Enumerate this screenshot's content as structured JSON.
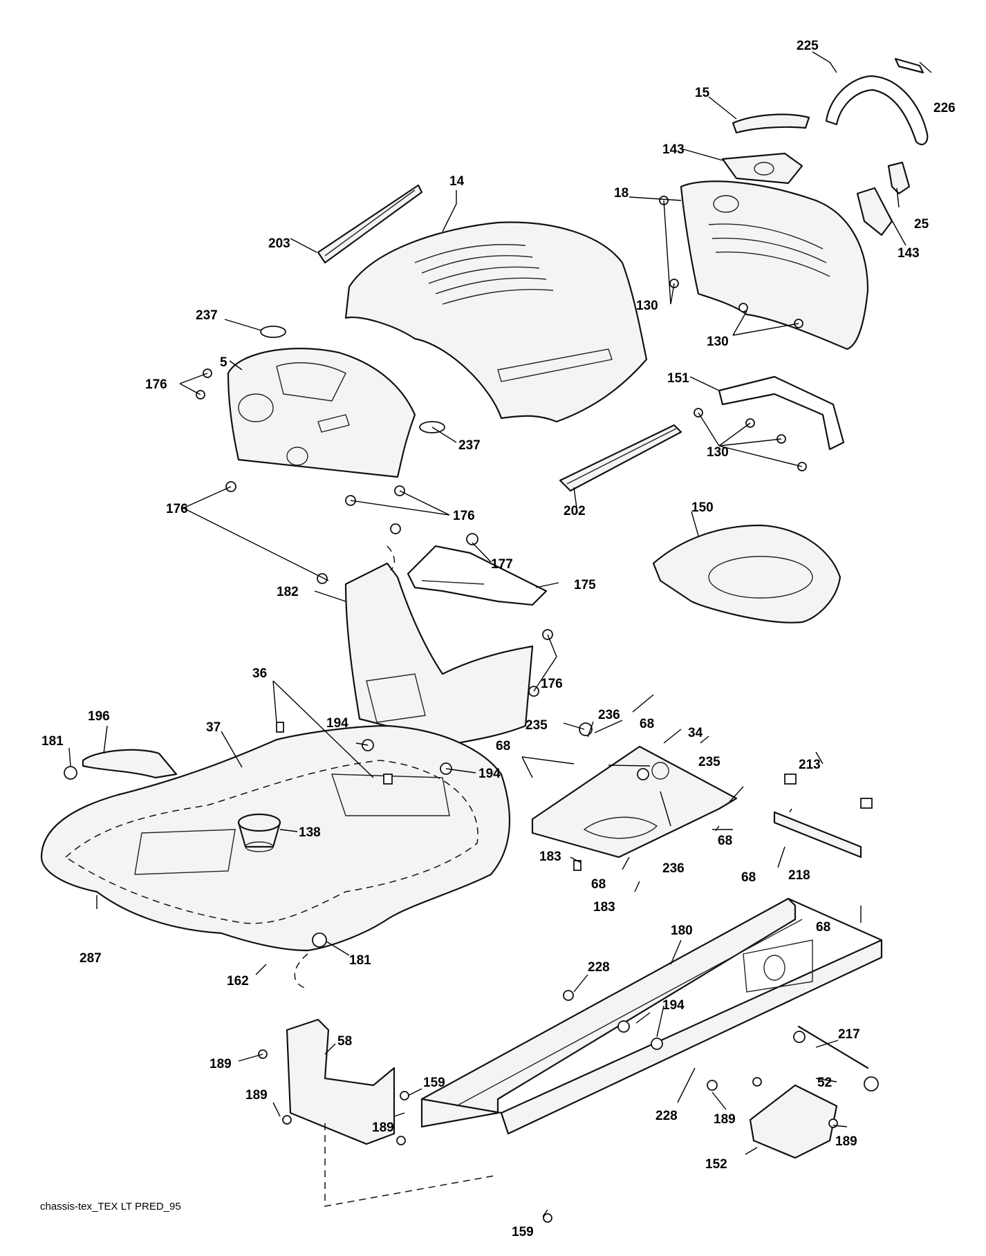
{
  "caption": "chassis-tex_TEX LT PRED_95",
  "callouts": {
    "c225": "225",
    "c226": "226",
    "c15": "15",
    "c143a": "143",
    "c143b": "143",
    "c18": "18",
    "c25": "25",
    "c14": "14",
    "c203": "203",
    "c130a": "130",
    "c130b": "130",
    "c130c": "130",
    "c237a": "237",
    "c237b": "237",
    "c5": "5",
    "c176a": "176",
    "c176b": "176",
    "c176c": "176",
    "c176d": "176",
    "c151": "151",
    "c202": "202",
    "c150": "150",
    "c177": "177",
    "c175": "175",
    "c182": "182",
    "c36": "36",
    "c196": "196",
    "c37": "37",
    "c194a": "194",
    "c194b": "194",
    "c194c": "194",
    "c181a": "181",
    "c181b": "181",
    "c138": "138",
    "c287": "287",
    "c162": "162",
    "c235a": "235",
    "c235b": "235",
    "c236a": "236",
    "c236b": "236",
    "c68a": "68",
    "c68b": "68",
    "c68c": "68",
    "c68d": "68",
    "c68e": "68",
    "c68f": "68",
    "c34": "34",
    "c213": "213",
    "c218": "218",
    "c183a": "183",
    "c183b": "183",
    "c180": "180",
    "c228a": "228",
    "c228b": "228",
    "c217": "217",
    "c52": "52",
    "c58": "58",
    "c189a": "189",
    "c189b": "189",
    "c189c": "189",
    "c189d": "189",
    "c189e": "189",
    "c159a": "159",
    "c159b": "159",
    "c152": "152"
  }
}
